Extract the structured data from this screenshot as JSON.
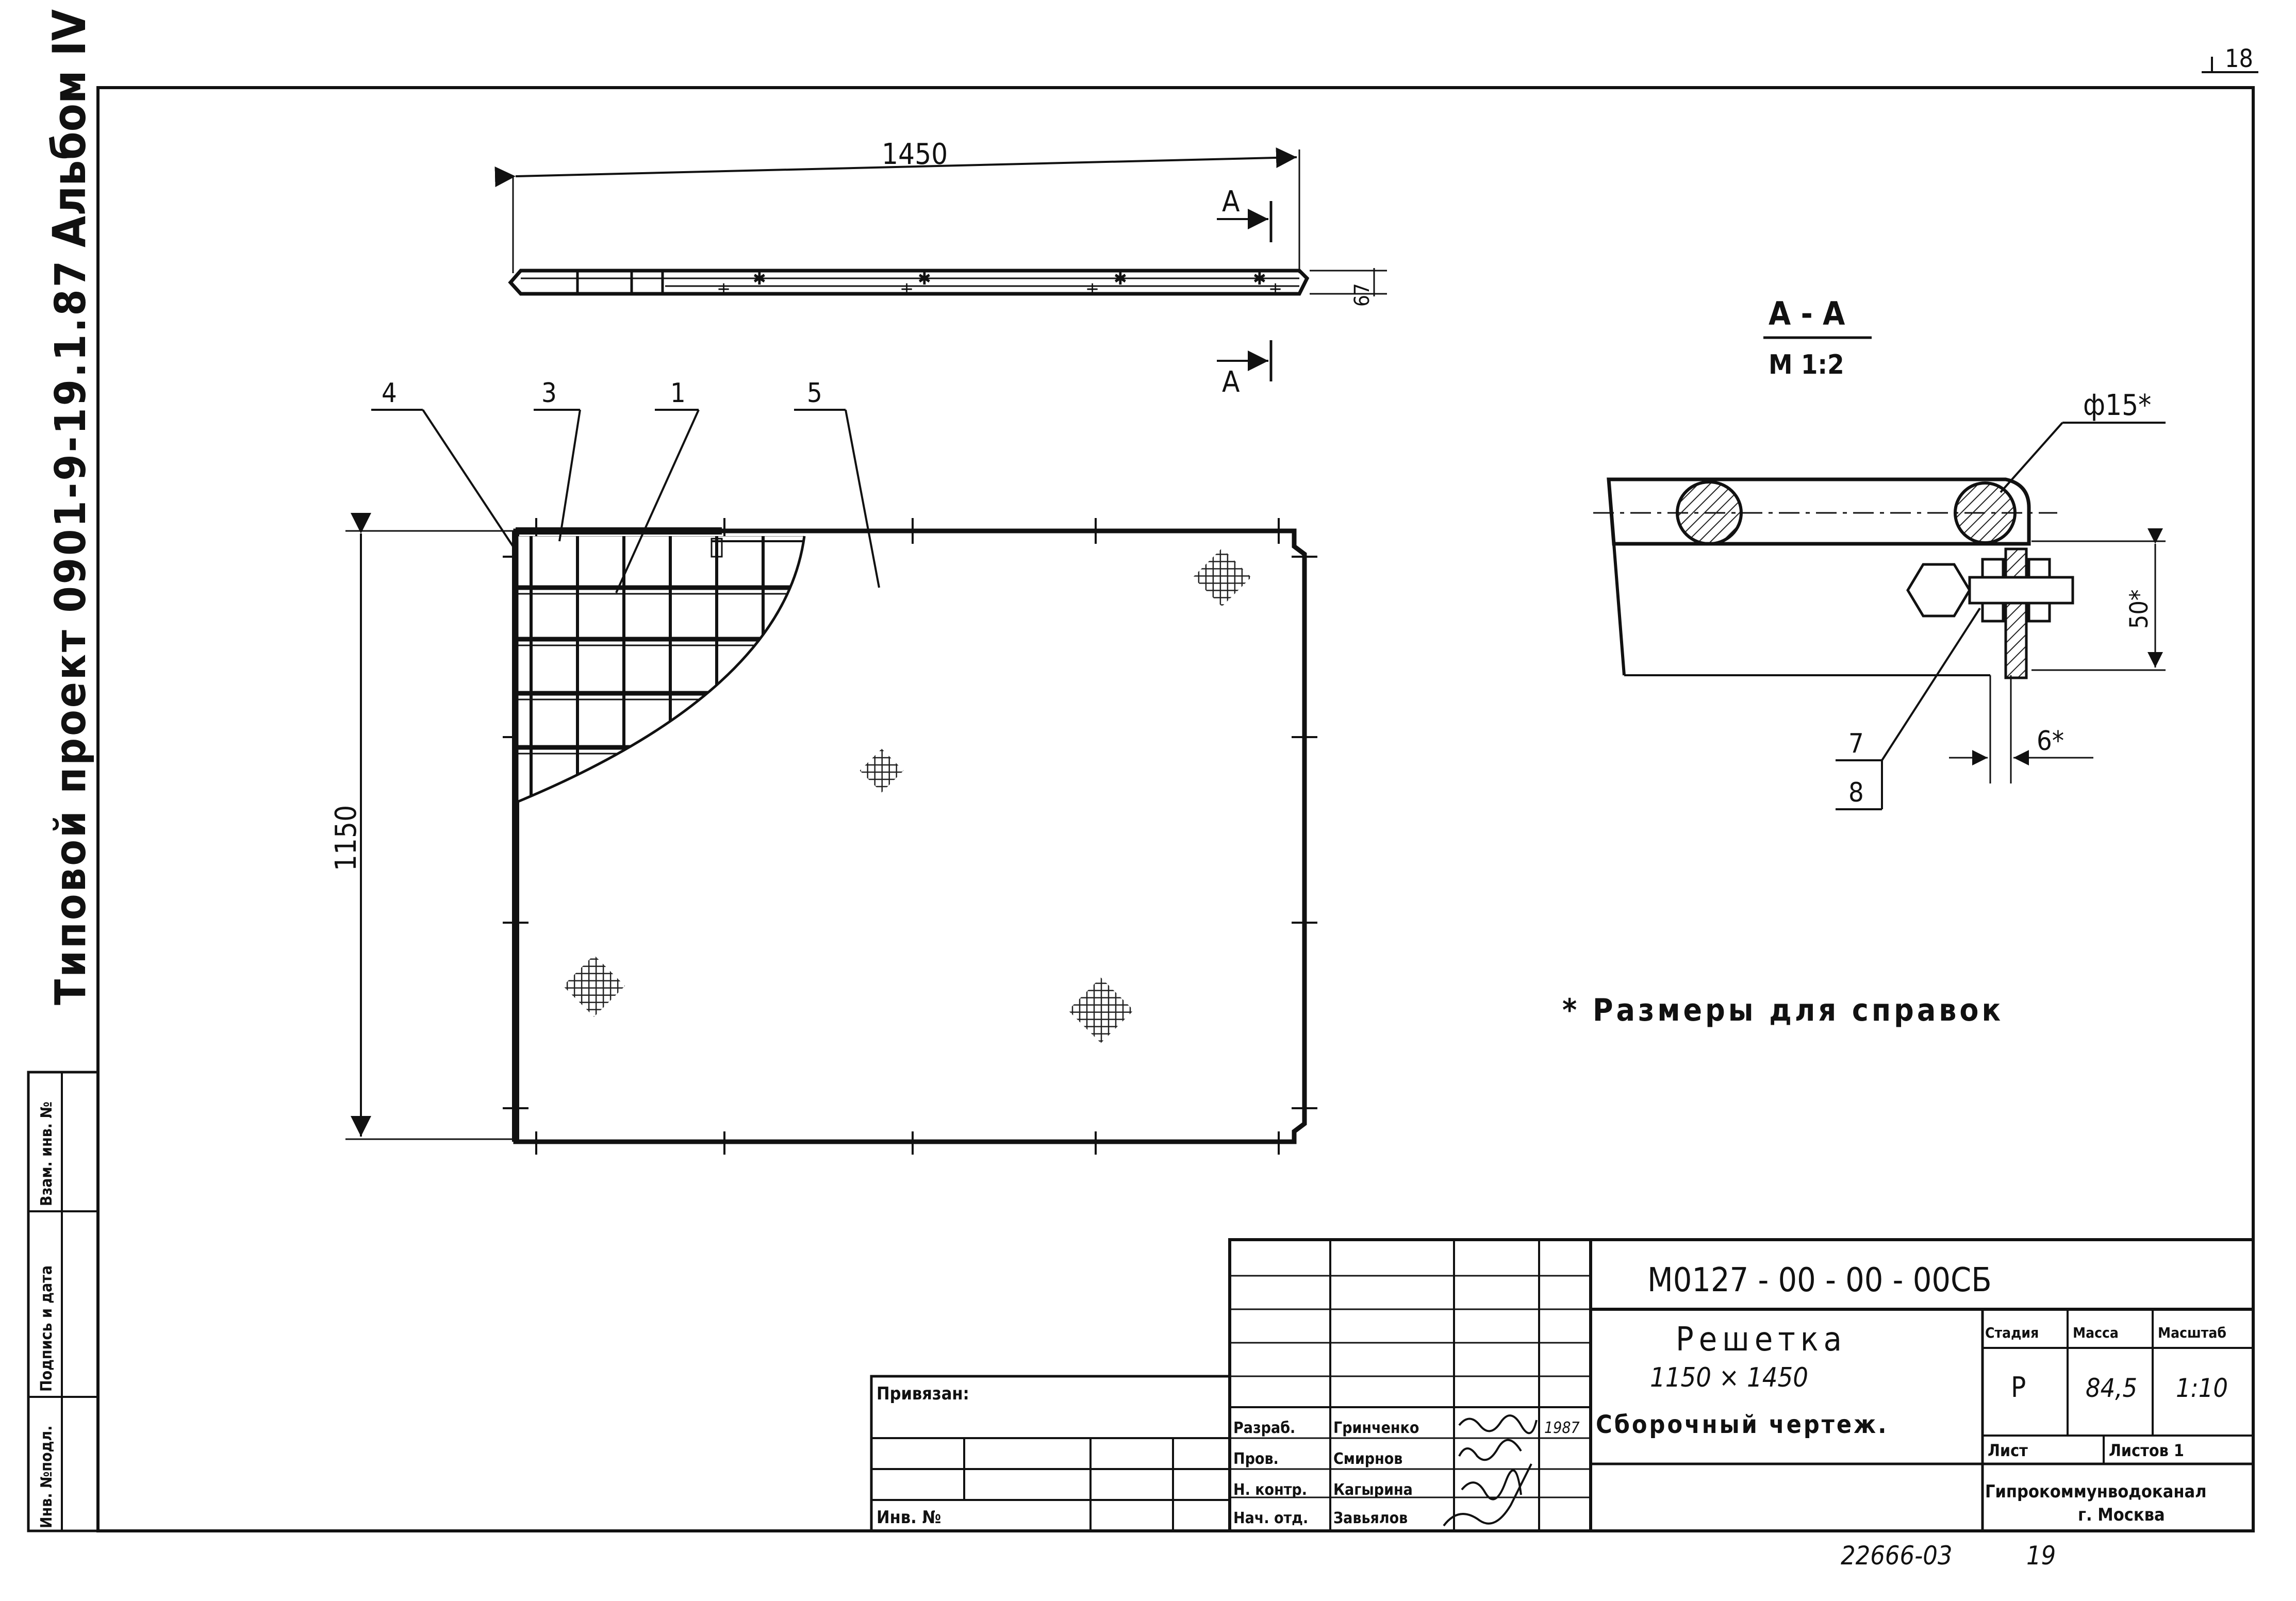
{
  "sheet": {
    "page_no": "18",
    "side_album": "Альбом IV",
    "side_project": "Типовой проект 0901-9-19.1.87",
    "left_stamp": [
      "Инв. №подл.",
      "Подпись и дата",
      "Взам. инв. №"
    ]
  },
  "views": {
    "top_dim": "1450",
    "thickness_dim": "67",
    "side_dim": "1150",
    "section_mark": "А",
    "section_title": "А - А",
    "section_scale": "М 1:2",
    "callouts": [
      "4",
      "3",
      "1",
      "5"
    ],
    "diameter": "ф15*",
    "hole_dim": "50*",
    "gap_dim": "6*",
    "frac_top": "7",
    "frac_bottom": "8"
  },
  "notes": {
    "reference": "* Размеры для справок"
  },
  "title_block": {
    "doc_code": "М0127 - 00 - 00 - 00СБ",
    "name": "Решетка",
    "size": "1150 × 1450",
    "doc_type": "Сборочный чертеж.",
    "stage_h": "Стадия",
    "mass_h": "Масса",
    "scale_h": "Масштаб",
    "stage": "Р",
    "mass": "84,5",
    "scale": "1:10",
    "sheet_h": "Лист",
    "sheets_h": "Листов 1",
    "org": "Гипрокоммунводоканал",
    "city": "г. Москва",
    "roles": [
      "Разраб.",
      "Пров.",
      "Н. контр.",
      "Нач. отд."
    ],
    "names": [
      "Гринченко",
      "Смирнов",
      "Кагырина",
      "Завьялов"
    ],
    "date": "1987",
    "linked": "Привязан:",
    "inv": "Инв. №",
    "footer_code": "22666-03",
    "footer_no": "19"
  }
}
